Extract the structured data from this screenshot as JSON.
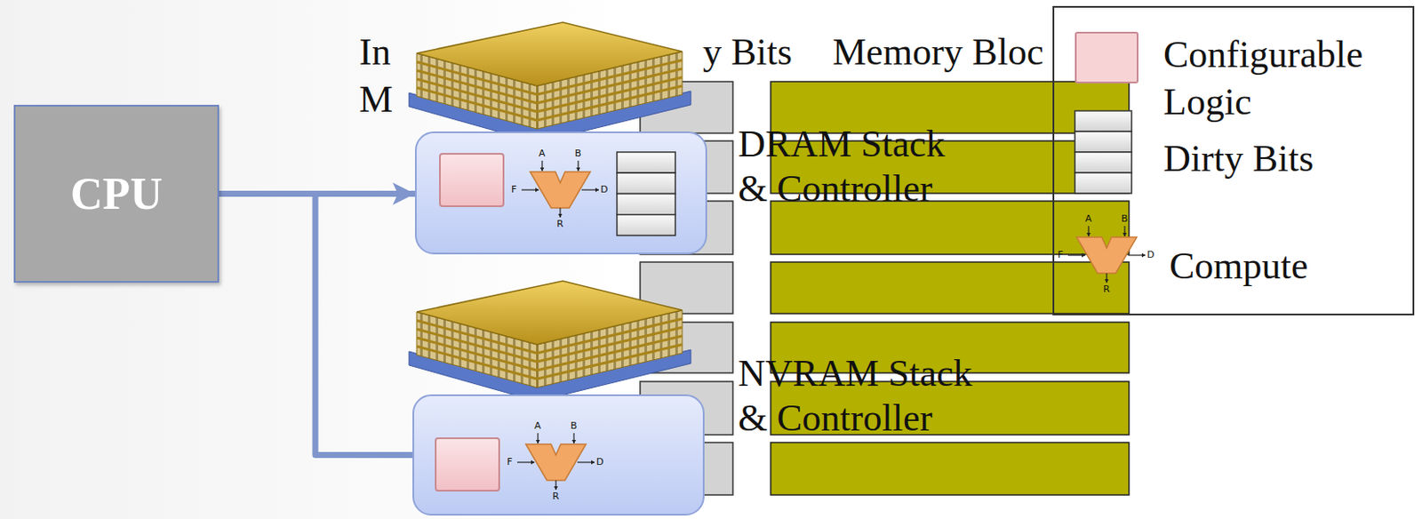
{
  "diagram": {
    "nodes": [
      {
        "text": [
          "CPU"
        ]
      },
      {
        "text": [
          "DRAM Stack & Controller"
        ]
      },
      {
        "text": [
          "NVRAM Stack & Controller"
        ]
      }
    ],
    "edges": [
      {
        "from": 0,
        "to": 1,
        "arrow": "to"
      },
      {
        "from": 0,
        "to": 2,
        "arrow": "none"
      }
    ],
    "labels": [
      "In",
      "M",
      "y Bits",
      "Memory Bloc",
      "A",
      "B",
      "F",
      "D",
      "R",
      "A",
      "B",
      "F",
      "D",
      "R",
      "A",
      "B",
      "F",
      "D",
      "R"
    ],
    "legend": [
      {
        "text": "Configurable Logic",
        "color": "#f7d3d6"
      },
      {
        "text": "Dirty Bits"
      },
      {
        "text": "Compute"
      }
    ]
  }
}
